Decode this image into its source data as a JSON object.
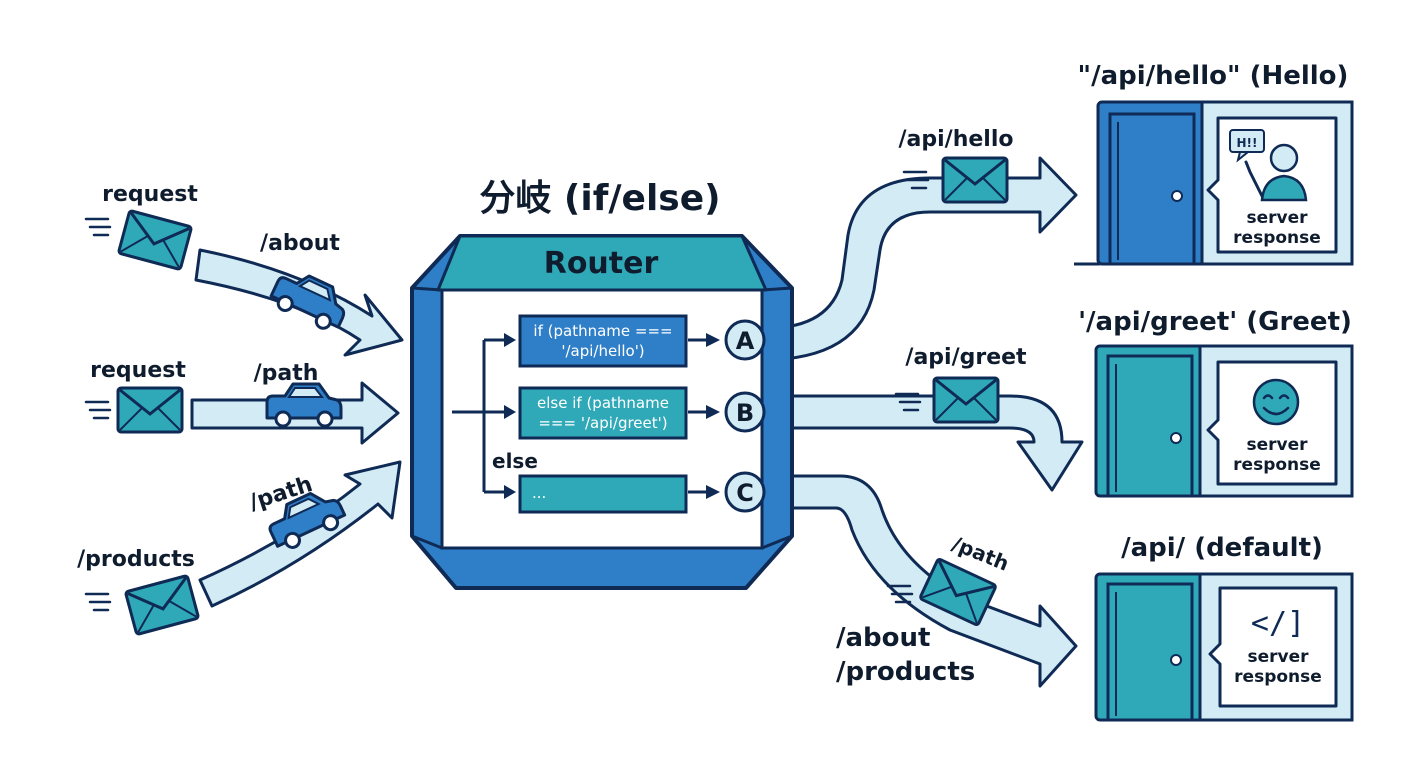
{
  "colors": {
    "navy": "#0f2b55",
    "blue": "#2f7fc8",
    "teal": "#2fa9b7",
    "pale": "#d3ebf4",
    "white": "#ffffff"
  },
  "title": "分岐 (if/else)",
  "router": {
    "label": "Router",
    "branches": [
      {
        "line1": "if (pathname ===",
        "line2": "'/api/hello')",
        "marker": "A"
      },
      {
        "line1": "else if (pathname",
        "line2": "=== '/api/greet')",
        "marker": "B"
      },
      {
        "line1": "...",
        "line2": "",
        "marker": "C"
      }
    ],
    "else_label": "else"
  },
  "inputs": [
    {
      "label": "request",
      "path": "/about"
    },
    {
      "label": "request",
      "path": "/path"
    },
    {
      "label": "/products",
      "path": "/path"
    }
  ],
  "outputs": [
    {
      "path": "/api/hello",
      "heading": "\"/api/hello\" (Hello)",
      "badge": "H!!",
      "response_line1": "server",
      "response_line2": "response",
      "icon": "waving-person-icon"
    },
    {
      "path": "/api/greet",
      "heading": "'/api/greet' (Greet)",
      "response_line1": "server",
      "response_line2": "response",
      "icon": "smiley-icon"
    },
    {
      "path": "/path",
      "heading": "/api/ (default)",
      "extra_line1": "/about",
      "extra_line2": "/products",
      "code_glyph": "</]",
      "response_line1": "server",
      "response_line2": "response",
      "icon": "code-icon"
    }
  ]
}
